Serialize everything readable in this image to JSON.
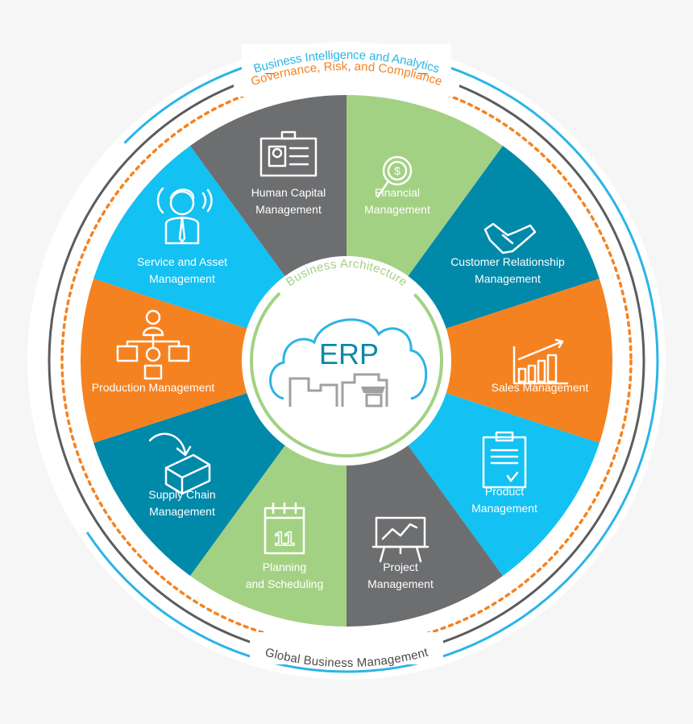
{
  "center": {
    "title": "ERP",
    "ring_label": "Business Architecture"
  },
  "rings": {
    "outer": "Business Intelligence and Analytics",
    "middle": "Governance, Risk, and Compliance",
    "bottom": "Global Business Management"
  },
  "colors": {
    "gray": "#6d6e70",
    "green": "#a3d183",
    "teal": "#0089a9",
    "orange": "#f58220",
    "light_blue": "#13c1f2",
    "ring_blue": "#2bb4e6",
    "ring_gray": "#5b5c5e",
    "erp_teal": "#0b8aa8"
  },
  "segments": [
    {
      "lines": [
        "Financial",
        "Management"
      ],
      "color": "green",
      "icon": "magnifier-dollar-icon"
    },
    {
      "lines": [
        "Customer Relationship",
        "Management"
      ],
      "color": "teal",
      "icon": "handshake-icon"
    },
    {
      "lines": [
        "Sales Management"
      ],
      "color": "orange",
      "icon": "bar-chart-growth-icon"
    },
    {
      "lines": [
        "Product",
        "Management"
      ],
      "color": "light_blue",
      "icon": "clipboard-icon"
    },
    {
      "lines": [
        "Project",
        "Management"
      ],
      "color": "gray",
      "icon": "presentation-board-icon"
    },
    {
      "lines": [
        "Planning",
        "and Scheduling"
      ],
      "color": "green",
      "icon": "calendar-icon"
    },
    {
      "lines": [
        "Supply Chain",
        "Management"
      ],
      "color": "teal",
      "icon": "box-arrow-icon"
    },
    {
      "lines": [
        "Production Management"
      ],
      "color": "orange",
      "icon": "org-gear-icon"
    },
    {
      "lines": [
        "Service and Asset",
        "Management"
      ],
      "color": "light_blue",
      "icon": "support-agent-icon"
    },
    {
      "lines": [
        "Human Capital",
        "Management"
      ],
      "color": "gray",
      "icon": "id-badge-icon"
    }
  ]
}
